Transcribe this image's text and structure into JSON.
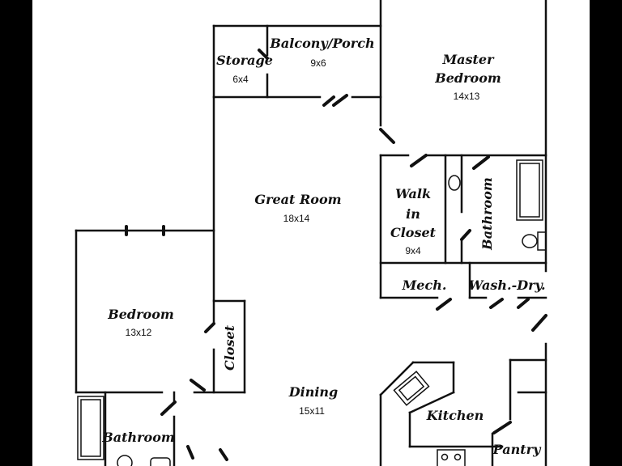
{
  "plan": {
    "rooms": {
      "storage": {
        "name": "Storage",
        "size": "6x4"
      },
      "balcony": {
        "name": "Balcony/Porch",
        "size": "9x6"
      },
      "master_bedroom": {
        "name_line1": "Master",
        "name_line2": "Bedroom",
        "size": "14x13"
      },
      "great_room": {
        "name": "Great Room",
        "size": "18x14"
      },
      "walk_in_closet": {
        "name_line1": "Walk",
        "name_line2": "in",
        "name_line3": "Closet",
        "size": "9x4"
      },
      "master_bathroom": {
        "name": "Bathroom"
      },
      "mech": {
        "name": "Mech."
      },
      "wash_dry": {
        "name": "Wash.-Dry."
      },
      "bedroom": {
        "name": "Bedroom",
        "size": "13x12"
      },
      "closet": {
        "name": "Closet"
      },
      "dining": {
        "name": "Dining",
        "size": "15x11"
      },
      "kitchen": {
        "name": "Kitchen"
      },
      "bathroom": {
        "name": "Bathroom"
      },
      "pantry": {
        "name": "Pantry"
      }
    }
  }
}
